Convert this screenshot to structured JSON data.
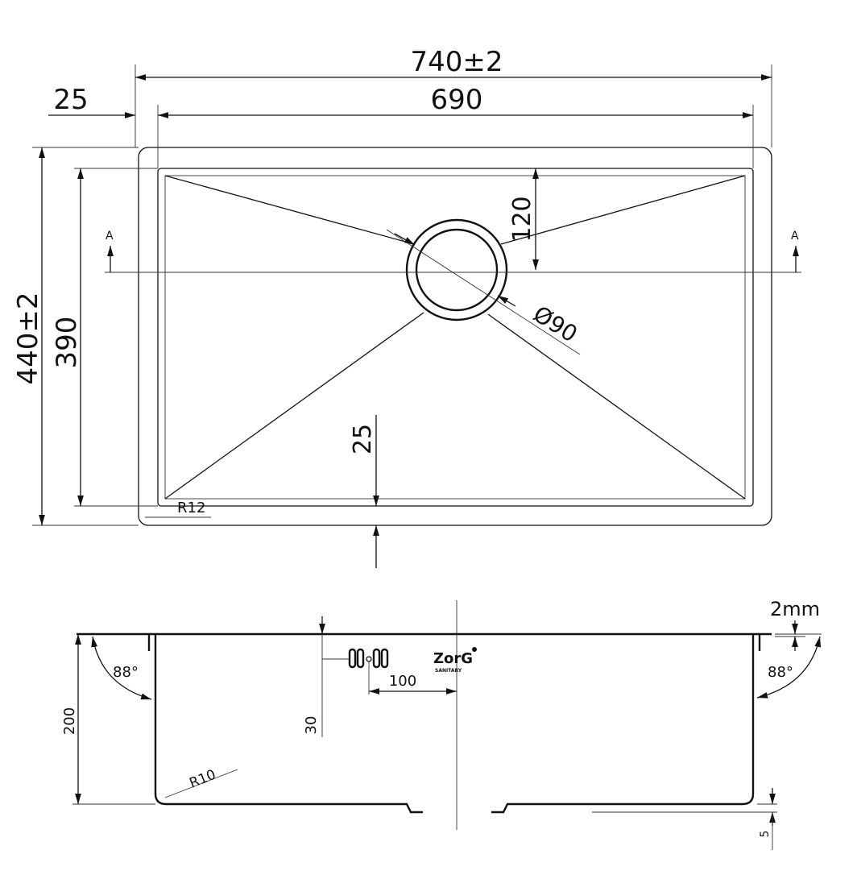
{
  "top_view": {
    "overall_width": "740±2",
    "bowl_width": "690",
    "flange_offset": "25",
    "overall_depth": "440±2",
    "bowl_depth": "390",
    "drain_offset": "120",
    "drain_diameter": "Ø90",
    "front_flange": "25",
    "corner_radius": "R12",
    "section_marker_left": "A",
    "section_marker_right": "A"
  },
  "side_view": {
    "thickness": "2mm",
    "angle_left": "88°",
    "angle_right": "88°",
    "height": "200",
    "overflow_height": "30",
    "overflow_offset": "100",
    "inner_radius": "R10",
    "bottom_step": "5",
    "logo_text": "ZorG",
    "logo_subtext": "SANITARY"
  }
}
